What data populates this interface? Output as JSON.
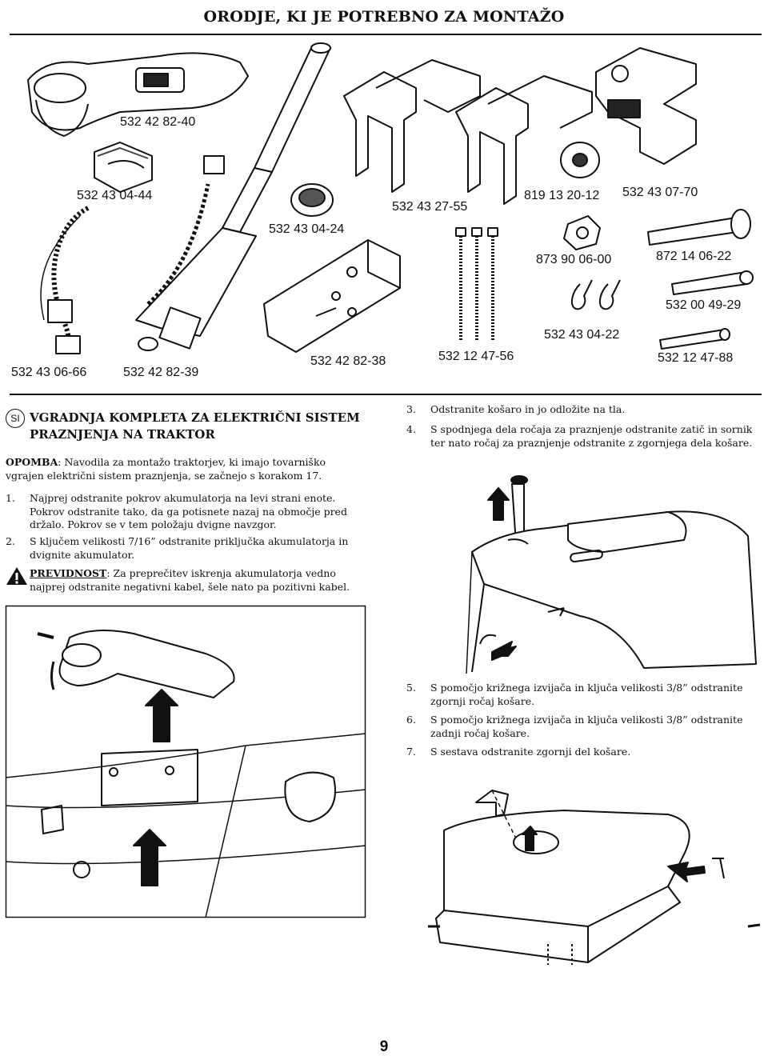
{
  "header": {
    "title": "ORODJE, KI JE POTREBNO ZA MONTAŽO"
  },
  "parts": {
    "labels": [
      "532 42 82-40",
      "532 43 04-44",
      "532 43 04-24",
      "532 43 27-55",
      "819 13 20-12",
      "532 43 07-70",
      "873 90 06-00",
      "872 14 06-22",
      "532 00 49-29",
      "532 43 04-22",
      "532 12 47-56",
      "532 42 82-38",
      "532 12 47-88",
      "532 43 06-66",
      "532 42 82-39"
    ]
  },
  "section": {
    "lang_badge": "SI",
    "title": "VGRADNJA KOMPLETA ZA ELEKTRIČNI SISTEM PRAZNJENJA NA TRAKTOR",
    "note_label": "OPOMBA",
    "note_text": ": Navodila za montažo traktorjev, ki imajo tovarniško vgrajen električni sistem praznjenja, se začnejo s korakom 17.",
    "caution_label": "PREVIDNOST",
    "caution_text": ": Za preprečitev iskrenja akumulatorja vedno najprej odstranite negativni kabel, šele nato pa pozitivni kabel."
  },
  "steps": [
    {
      "num": "1.",
      "text": "Najprej odstranite pokrov akumulatorja na levi strani enote. Pokrov odstranite tako, da ga potisnete nazaj na območje pred držalo. Pokrov se v tem položaju dvigne navzgor."
    },
    {
      "num": "2.",
      "text": "S ključem velikosti 7/16” odstranite priključka akumulatorja in dvignite akumulator."
    },
    {
      "num": "3.",
      "text": "Odstranite košaro in jo odložite na tla."
    },
    {
      "num": "4.",
      "text": "S spodnjega dela ročaja za praznjenje odstranite zatič in sornik ter nato ročaj za praznjenje odstranite z zgornjega dela košare."
    },
    {
      "num": "5.",
      "text": "S pomočjo križnega izvijača in ključa velikosti 3/8” odstranite zgornji ročaj košare."
    },
    {
      "num": "6.",
      "text": "S pomočjo križnega izvijača in ključa velikosti 3/8” odstranite zadnji ročaj košare."
    },
    {
      "num": "7.",
      "text": "S sestava odstranite zgornji del košare."
    }
  ],
  "page_number": "9"
}
